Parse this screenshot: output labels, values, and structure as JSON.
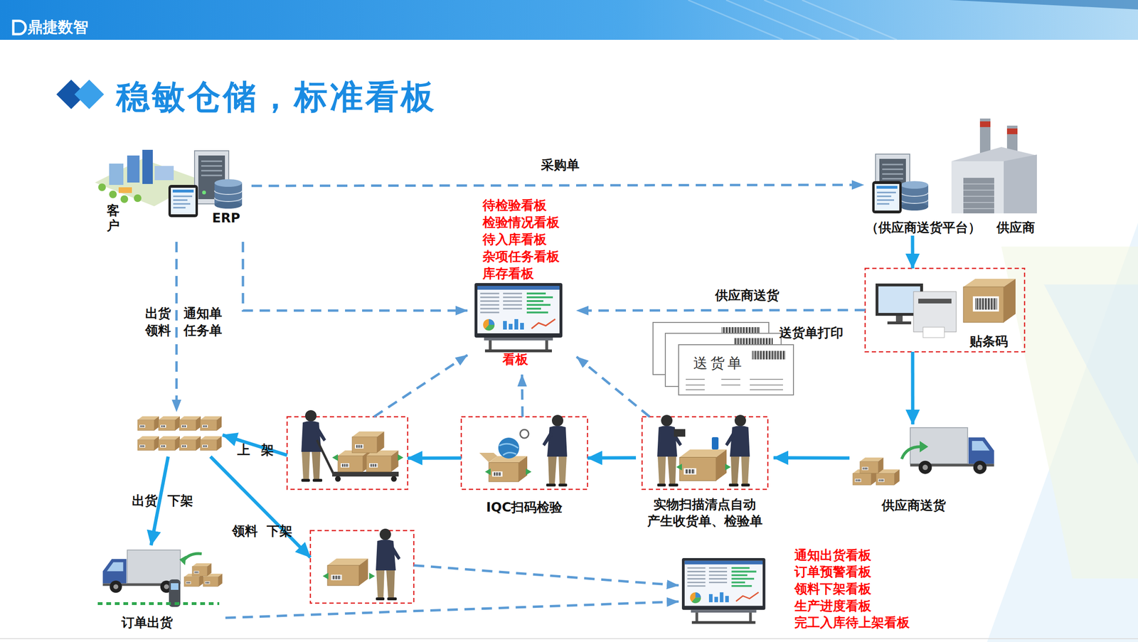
{
  "diagram": {
    "title": "稳敏仓储，标准看板",
    "nodes": [
      {
        "text": [
          "客户",
          "ERP"
        ]
      },
      {
        "text": [
          "（供应商送货平台）",
          "供应商"
        ]
      },
      {
        "text": [
          "待检验看板",
          "检验情况看板",
          "待入库看板",
          "杂项任务看板",
          "库存看板",
          "看板"
        ]
      },
      {
        "text": [
          "贴条码"
        ]
      },
      {
        "text": [
          "送货单",
          "送货单打印"
        ]
      },
      {
        "text": [
          "供应商送货"
        ]
      },
      {
        "text": [
          "实物扫描清点自动 产生收货单、检验单"
        ]
      },
      {
        "text": [
          "IQC扫码检验"
        ]
      },
      {
        "text": []
      },
      {
        "text": []
      },
      {
        "text": []
      },
      {
        "text": [
          "订单出货"
        ]
      },
      {
        "text": [
          "通知出货看板",
          "订单预警看板",
          "领料下架看板",
          "生产进度看板",
          "完工入库待上架看板"
        ]
      }
    ],
    "edges": [
      {
        "from": 0,
        "to": 1,
        "label": "采购单",
        "arrow": "to"
      },
      {
        "from": 0,
        "to": 9,
        "arrow": "to"
      },
      {
        "from": 0,
        "to": 2,
        "label": "出货 通知单 领料 任务单",
        "arrow": "to"
      },
      {
        "from": 1,
        "to": 3,
        "arrow": "to"
      },
      {
        "from": 3,
        "to": 2,
        "label": "供应商送货",
        "arrow": "to"
      },
      {
        "from": 3,
        "to": 5,
        "arrow": "to"
      },
      {
        "from": 5,
        "to": 6,
        "arrow": "to"
      },
      {
        "from": 6,
        "to": 7,
        "arrow": "to"
      },
      {
        "from": 7,
        "to": 8,
        "arrow": "to"
      },
      {
        "from": 8,
        "to": 9,
        "label": "上 架",
        "arrow": "to"
      },
      {
        "from": 6,
        "to": 2,
        "arrow": "to"
      },
      {
        "from": 7,
        "to": 2,
        "arrow": "to"
      },
      {
        "from": 8,
        "to": 2,
        "arrow": "to"
      },
      {
        "from": 9,
        "to": 11,
        "label": "出货 下架",
        "arrow": "to"
      },
      {
        "from": 9,
        "to": 10,
        "label": "领料 下架",
        "arrow": "to"
      },
      {
        "from": 10,
        "to": 12,
        "arrow": "to"
      },
      {
        "from": 11,
        "to": 12,
        "arrow": "to"
      }
    ],
    "labels": [
      "鼎捷数智"
    ]
  }
}
